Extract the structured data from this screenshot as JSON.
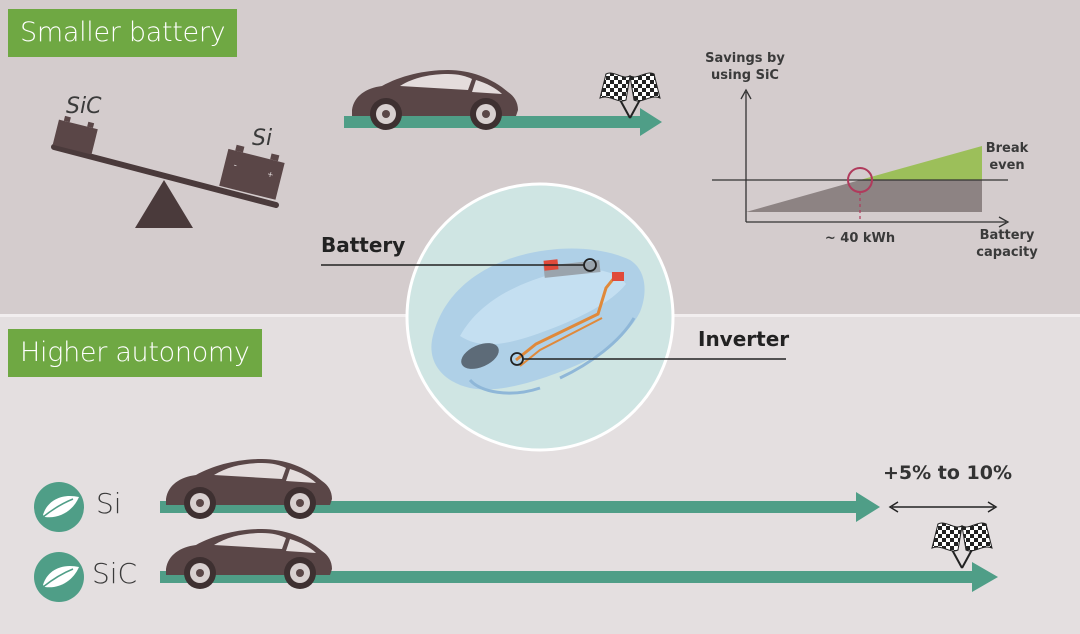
{
  "sections": {
    "top_label": "Smaller battery",
    "bottom_label": "Higher autonomy"
  },
  "seesaw": {
    "left_label": "SiC",
    "right_label": "Si"
  },
  "chart": {
    "ylabel_line1": "Savings by",
    "ylabel_line2": "using SiC",
    "break_even_line1": "Break",
    "break_even_line2": "even",
    "marker_label": "~ 40 kWh",
    "xlabel_line1": "Battery",
    "xlabel_line2": "capacity"
  },
  "callouts": {
    "battery": "Battery",
    "inverter": "Inverter"
  },
  "rows": [
    {
      "label": "Si"
    },
    {
      "label": "SiC"
    }
  ],
  "range_gain": "+5% to 10%",
  "colors": {
    "section_green": "#6fa843",
    "arrow_teal": "#4f9e87",
    "car_brown": "#5a4647",
    "chart_green": "#9cbf5a",
    "chart_gray": "#8d8383",
    "marker_circle": "#b03a5c"
  }
}
